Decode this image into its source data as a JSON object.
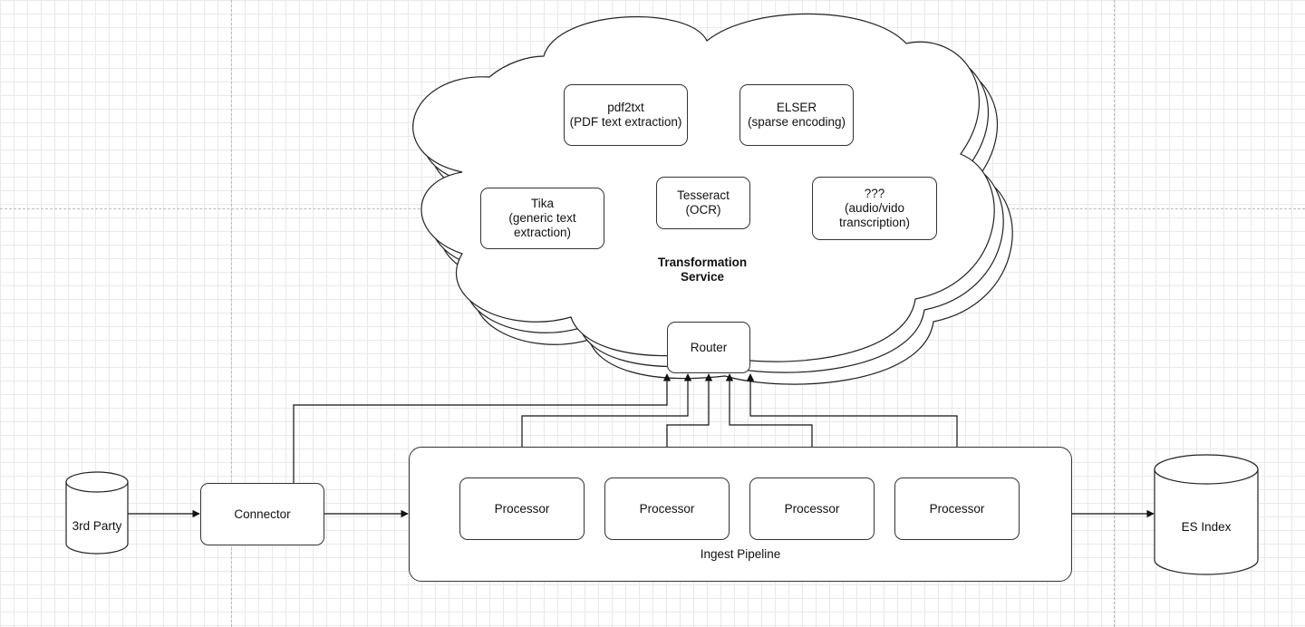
{
  "cloud": {
    "title": "Transformation\nService",
    "components": [
      {
        "label": "pdf2txt\n(PDF text extraction)"
      },
      {
        "label": "ELSER\n(sparse encoding)"
      },
      {
        "label": "Tika\n(generic text\nextraction)"
      },
      {
        "label": "Tesseract\n(OCR)"
      },
      {
        "label": "???\n(audio/vido\ntranscription)"
      }
    ],
    "router": "Router"
  },
  "source": "3rd Party",
  "connector": "Connector",
  "pipeline": {
    "label": "Ingest Pipeline",
    "processors": [
      "Processor",
      "Processor",
      "Processor",
      "Processor"
    ]
  },
  "destination": "ES Index"
}
